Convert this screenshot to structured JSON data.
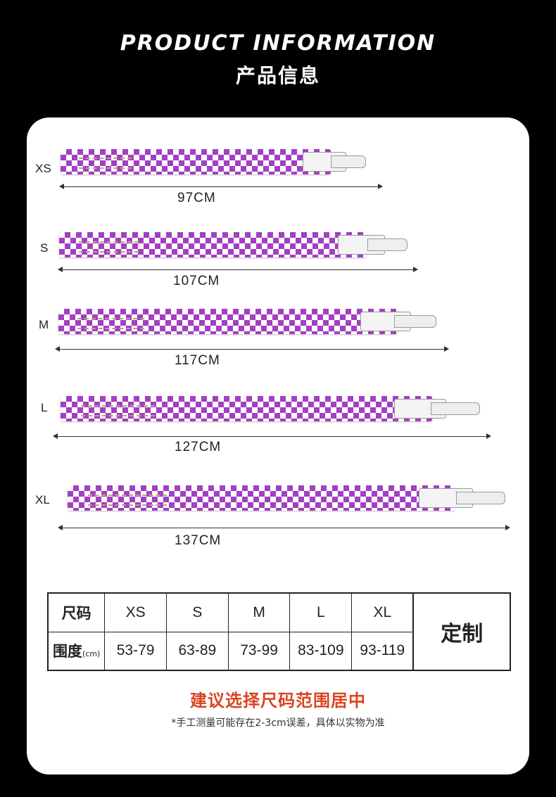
{
  "header": {
    "title_en": "PRODUCT INFORMATION",
    "title_cn": "产品信息"
  },
  "sizes": [
    {
      "label": "XS",
      "length": "97CM"
    },
    {
      "label": "S",
      "length": "107CM"
    },
    {
      "label": "M",
      "length": "117CM"
    },
    {
      "label": "L",
      "length": "127CM"
    },
    {
      "label": "XL",
      "length": "137CM"
    }
  ],
  "table": {
    "row1_head": "尺码",
    "row2_head": "围度",
    "row2_head_unit": "(cm)",
    "columns": [
      "XS",
      "S",
      "M",
      "L",
      "XL"
    ],
    "ranges": [
      "53-79",
      "63-89",
      "73-99",
      "83-109",
      "93-119"
    ],
    "custom": "定制"
  },
  "recommend": "建议选择尺码范围居中",
  "note": "*手工测量可能存在2-3cm误差，具体以实物为准",
  "colors": {
    "strap_purple": "#a33fc2",
    "accent_red": "#d9441f"
  }
}
